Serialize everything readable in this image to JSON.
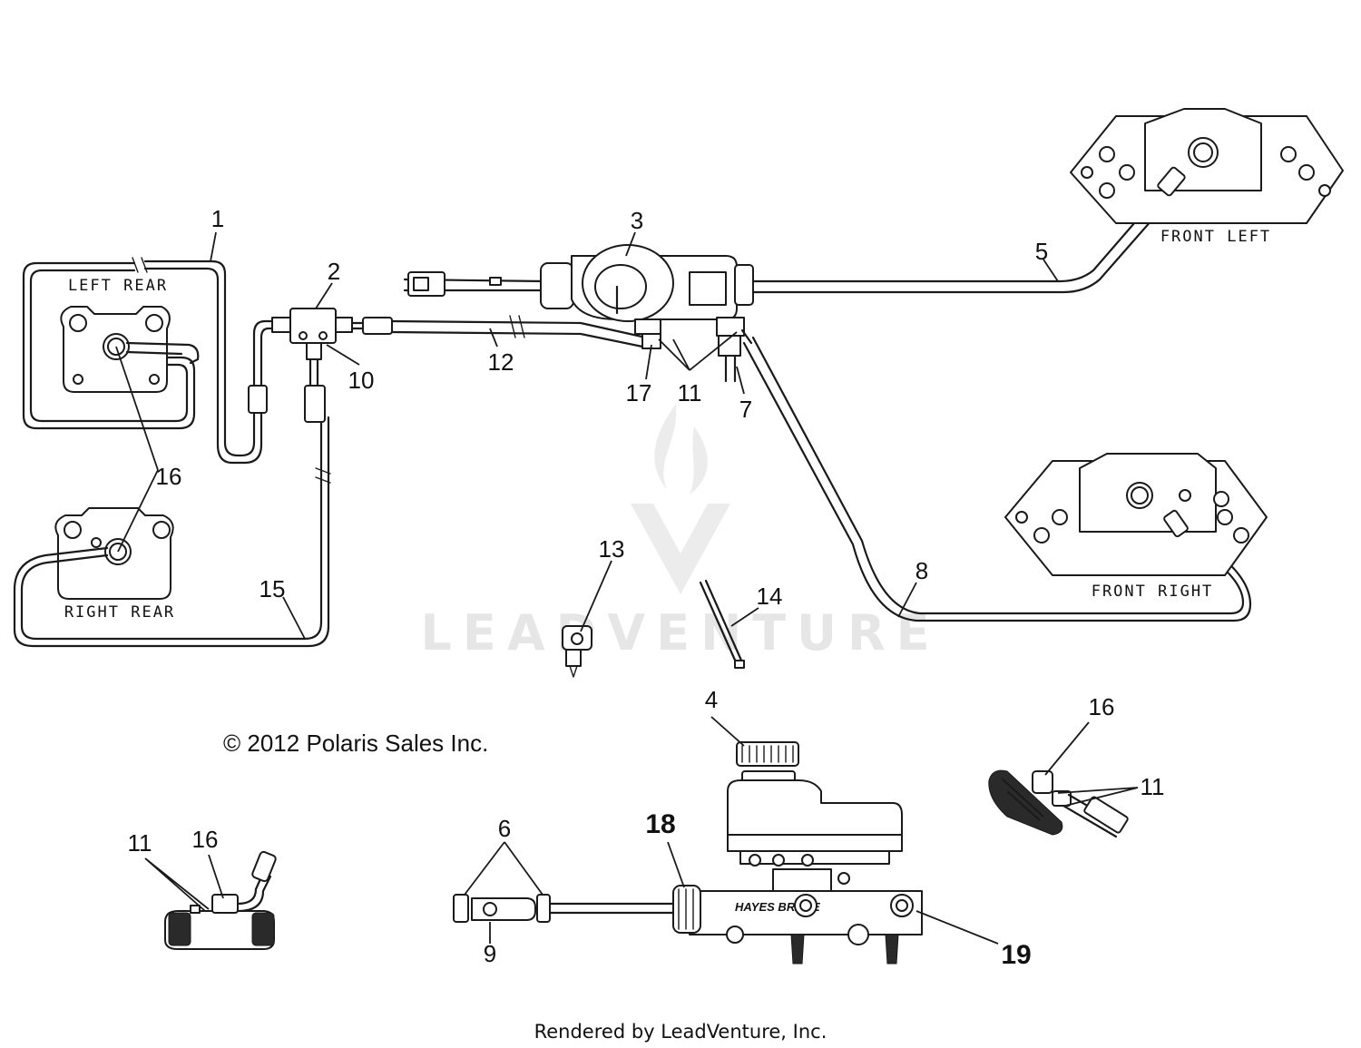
{
  "copyright": "© 2012 Polaris Sales Inc.",
  "footer": "Rendered by LeadVenture, Inc.",
  "watermark": "LEADVENTURE",
  "caliper_labels": {
    "left_rear": "LEFT REAR",
    "right_rear": "RIGHT REAR",
    "front_left": "FRONT LEFT",
    "front_right": "FRONT RIGHT"
  },
  "callouts": {
    "c1": "1",
    "c2": "2",
    "c3": "3",
    "c4": "4",
    "c5": "5",
    "c6": "6",
    "c7": "7",
    "c8": "8",
    "c9": "9",
    "c10": "10",
    "c11a": "11",
    "c11b": "11",
    "c11c": "11",
    "c12": "12",
    "c13": "13",
    "c14": "14",
    "c15": "15",
    "c16a": "16",
    "c16b": "16",
    "c16c": "16",
    "c17": "17",
    "c18": "18",
    "c19": "19"
  },
  "part_text": {
    "master_cylinder_brand": "HAYES BRAKE"
  }
}
